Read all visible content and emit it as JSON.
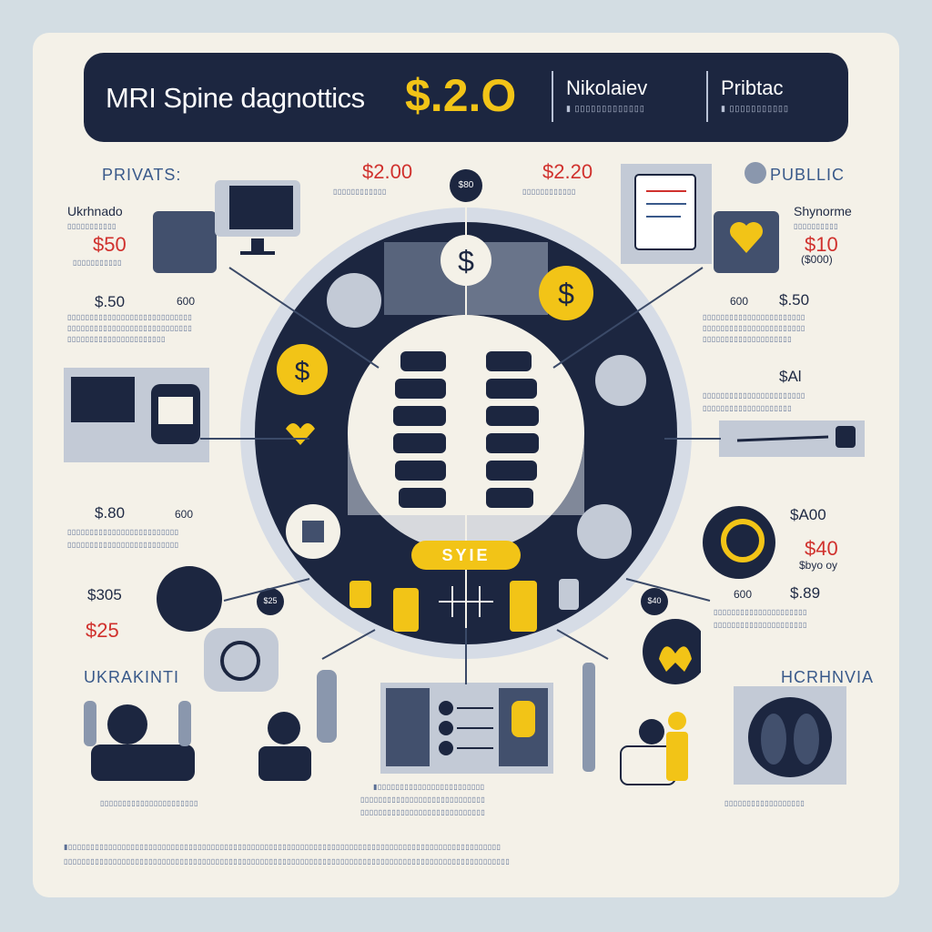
{
  "header": {
    "title": "MRI Spine  dagnottics",
    "price": "$.2.O",
    "name_left": "Nikolaiev",
    "name_right": "Pribtac"
  },
  "left": {
    "heading": "PRIVATS:",
    "subheading": "Ukrhnado",
    "price_1": "$50",
    "price_2": "$.50",
    "value_2": "600",
    "price_3": "$.80",
    "value_3": "600",
    "price_4": "$305",
    "price_5": "$25",
    "bottom_heading": "UKRAKINTI"
  },
  "right": {
    "heading": "PUBLLIC",
    "subheading": "Shynorme",
    "price_1": "$10",
    "price_1_note": "($000)",
    "price_2": "$.50",
    "value_2": "600",
    "price_3": "$Al",
    "price_4": "$A00",
    "price_5": "$40",
    "price_5_note": "$byo oy",
    "price_6": "$.89",
    "value_6": "600",
    "bottom_heading": "HCRHNVIA"
  },
  "center": {
    "top_left_price": "$2.00",
    "top_right_price": "$2.20",
    "top_badge": "$80",
    "center_pill": "SYIE",
    "left_badge": "$25",
    "right_badge": "$40"
  },
  "colors": {
    "navy": "#1c2640",
    "gold": "#f2c417",
    "red": "#d0312d",
    "cream": "#f4f1e8",
    "slate": "#42506d"
  }
}
